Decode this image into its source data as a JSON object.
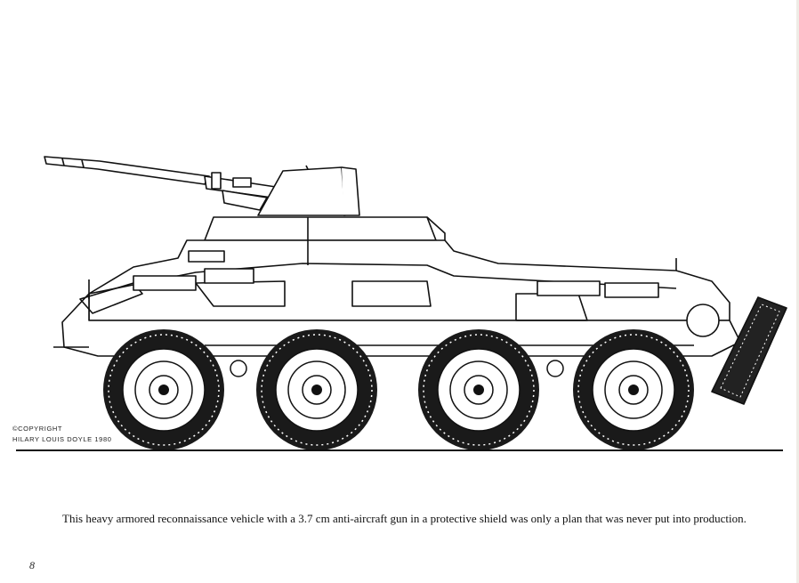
{
  "illustration": {
    "copyright_line1": "©COPYRIGHT",
    "copyright_line2": "HILARY LOUIS DOYLE 1980"
  },
  "caption": "This heavy armored reconnaissance vehicle with a 3.7 cm anti-aircraft gun in a protective shield was only a plan that was never put into production.",
  "page_number": "8"
}
